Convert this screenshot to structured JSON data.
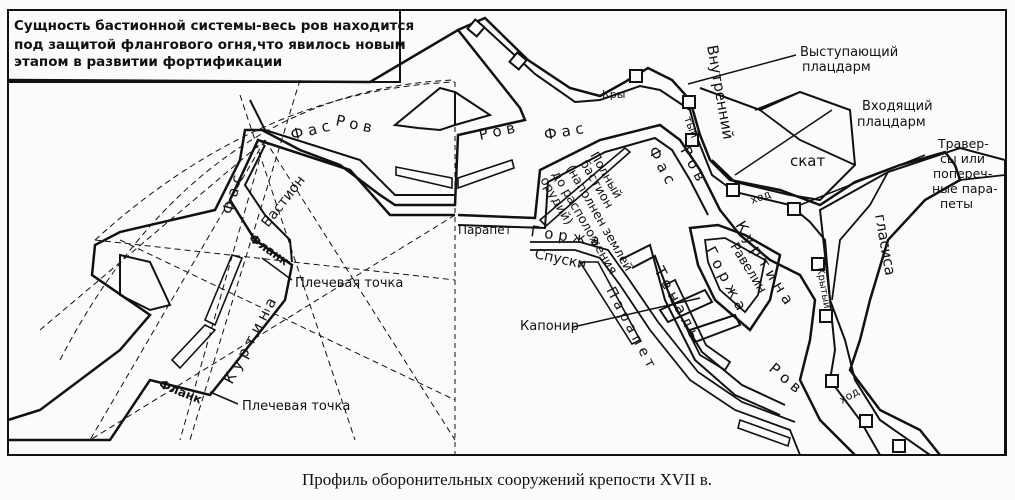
{
  "header_note": {
    "line1": "Сущность бастионной системы-весь ров находится",
    "line2": "под защитой флангового огня,что явилось новым",
    "line3": "этапом в развитии фортификации"
  },
  "caption": "Профиль оборонительных сооружений крепости XVII в.",
  "labels": {
    "fas_1": "Ф а с",
    "rov_1": "Р о в",
    "rov_2": "Р о в",
    "fas_2": "Ф а с",
    "fas_left": "Ф а с",
    "bastion": "Бастион",
    "flank_1": "Фланк",
    "flank_2": "Фланк",
    "kurtina_left": "К у р т и н а",
    "shoulder_1": "Плечевая точка",
    "shoulder_2": "Плечевая точка",
    "parapet": "Парапет",
    "gorzha_1": "Г о р ж а",
    "spuski": "Спуски",
    "parapet_2": "П а р а п е т",
    "full_bastion_1": "Полный",
    "full_bastion_2": "бастион",
    "full_bastion_3": "(наполнен землей",
    "full_bastion_4": "до расположения",
    "full_bastion_5": "орудий)",
    "fas_3": "Ф а с",
    "rov_3": "Р о в",
    "kurtina_right": "К у р т и н а",
    "gorzha_2": "Г о р ж а",
    "ravelin": "Равелин",
    "tenal": "Т е н а л ь",
    "rov_4": "Р о в",
    "kaponir": "Капонир",
    "kry_1": "Кры",
    "tyi_1": "тый",
    "vnutrenniy": "Внутренний",
    "skat": "скат",
    "khod_1": "ход",
    "khod_2": "ход",
    "kryty_2": "Крытый",
    "glasisa": "гласиса"
  },
  "callouts": {
    "salient_1": "Выступающий",
    "salient_2": "плацдарм",
    "reentrant_1": "Входящий",
    "reentrant_2": "плацдарм",
    "traverse_1": "Травер-",
    "traverse_2": "сы или",
    "traverse_3": "попереч-",
    "traverse_4": "ные пара-",
    "traverse_5": "петы"
  },
  "colors": {
    "ink": "#111111",
    "paper": "#fbfbf9"
  }
}
